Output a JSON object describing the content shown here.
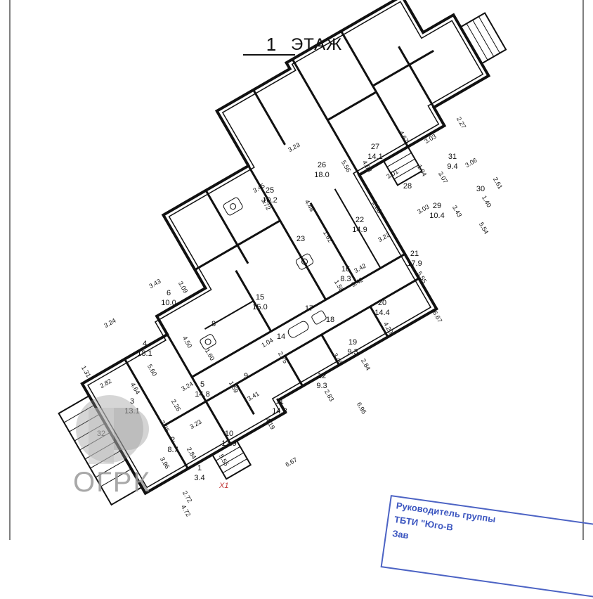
{
  "title": {
    "number": "1",
    "text": "ЭТАЖ"
  },
  "rooms": [
    {
      "id": "1",
      "area": "3.4"
    },
    {
      "id": "2",
      "area": "8.7"
    },
    {
      "id": "3",
      "area": "13.1"
    },
    {
      "id": "4",
      "area": "18.1"
    },
    {
      "id": "5",
      "area": "14.8"
    },
    {
      "id": "6",
      "area": "10.0"
    },
    {
      "id": "8",
      "area": ""
    },
    {
      "id": "9",
      "area": ""
    },
    {
      "id": "10",
      "area": "17.9"
    },
    {
      "id": "11",
      "area": "14.3"
    },
    {
      "id": "12",
      "area": "9.3"
    },
    {
      "id": "14",
      "area": ""
    },
    {
      "id": "15",
      "area": "15.0"
    },
    {
      "id": "16",
      "area": "8.3"
    },
    {
      "id": "17",
      "area": ""
    },
    {
      "id": "18",
      "area": ""
    },
    {
      "id": "19",
      "area": "9.3"
    },
    {
      "id": "20",
      "area": "14.4"
    },
    {
      "id": "21",
      "area": "17.9"
    },
    {
      "id": "22",
      "area": "14.9"
    },
    {
      "id": "23",
      "area": ""
    },
    {
      "id": "25",
      "area": "10.2"
    },
    {
      "id": "26",
      "area": "18.0"
    },
    {
      "id": "27",
      "area": "14.1"
    },
    {
      "id": "28",
      "area": ""
    },
    {
      "id": "29",
      "area": "10.4"
    },
    {
      "id": "30",
      "area": ""
    },
    {
      "id": "31",
      "area": "9.4"
    },
    {
      "id": "32",
      "area": ""
    }
  ],
  "dimensions": [
    "3.23",
    "5.56",
    "4.67",
    "4.68",
    "3.03",
    "2.27",
    "3.45",
    "3.72",
    "4.48",
    "3.01",
    "2.28",
    "3.07",
    "3.06",
    "3.03",
    "3.43",
    "2.61",
    "1.40",
    "1.04",
    "5.54",
    "1.62",
    "3.23",
    "5.55",
    "6.67",
    "3.42",
    "1.58",
    "3.42",
    "4.20",
    "2.84",
    "1.60",
    "3.43",
    "3.09",
    "3.24",
    "5.60",
    "4.50",
    "1.04",
    "2.75",
    "3.45",
    "2.83",
    "6.95",
    "6.67",
    "5.55",
    "2.84",
    "3.24",
    "2.26",
    "3.23",
    "3.41",
    "4.19",
    "1.59",
    "2.82",
    "4.64",
    "1.31",
    "2.36",
    "3.96",
    "2.72",
    "4.72"
  ],
  "marks": {
    "x1": "X1"
  },
  "watermark": {
    "text": "ОГРК"
  },
  "stamp": {
    "line1": "Руководитель группы",
    "line2": "ТБТИ \"Юго-В",
    "line3": "Зав"
  }
}
